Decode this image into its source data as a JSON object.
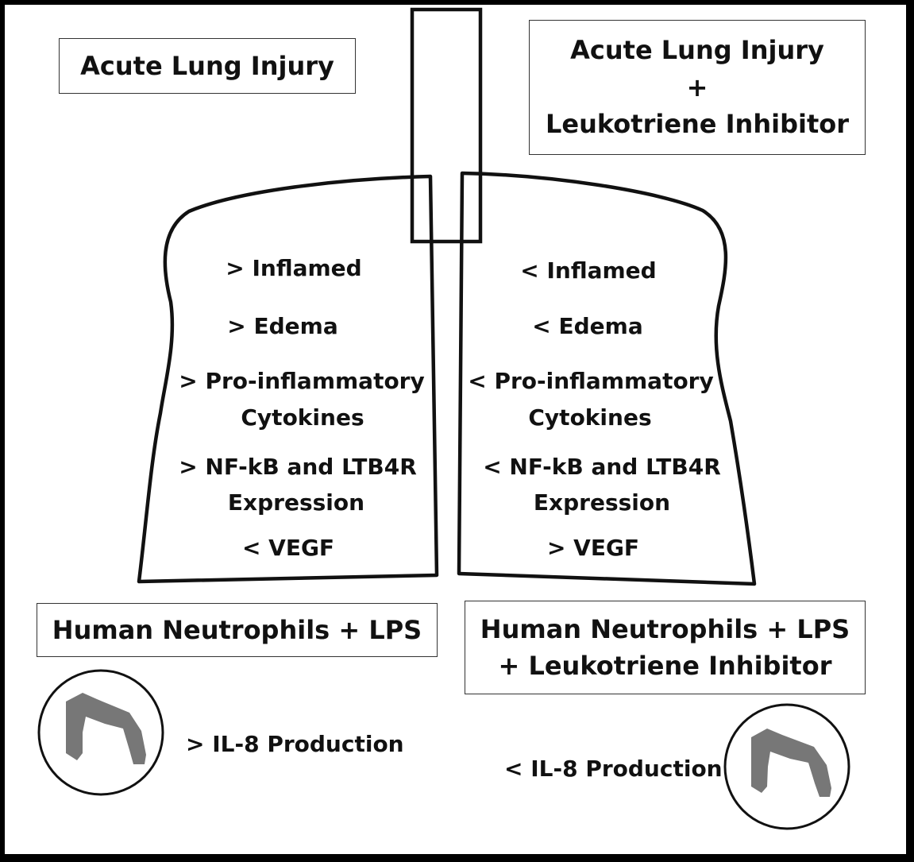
{
  "colors": {
    "background": "#ffffff",
    "frame": "#000000",
    "outline": "#111111",
    "neutrophil_nucleus": "#777777"
  },
  "icons": [
    "neutrophil-cell-icon"
  ],
  "titles": {
    "left_line1": "Acute Lung Injury",
    "right_line1": "Acute Lung Injury",
    "right_line2": "+",
    "right_line3": "Leukotriene Inhibitor"
  },
  "left_lung": {
    "inflamed": "> Inflamed",
    "edema": "> Edema",
    "cytokines_line1": "> Pro-inflammatory",
    "cytokines_line2": "Cytokines",
    "expression_line1": "> NF-kB and LTB4R",
    "expression_line2": "Expression",
    "vegf": "< VEGF"
  },
  "right_lung": {
    "inflamed": "< Inflamed",
    "edema": "< Edema",
    "cytokines_line1": "< Pro-inflammatory",
    "cytokines_line2": "Cytokines",
    "expression_line1": "< NF-kB and LTB4R",
    "expression_line2": "Expression",
    "vegf": "> VEGF"
  },
  "neutrophils": {
    "left_label": "Human Neutrophils + LPS",
    "right_line1": "Human Neutrophils + LPS",
    "right_line2": "+ Leukotriene Inhibitor",
    "left_il8": "> IL-8 Production",
    "right_il8": "< IL-8 Production"
  }
}
